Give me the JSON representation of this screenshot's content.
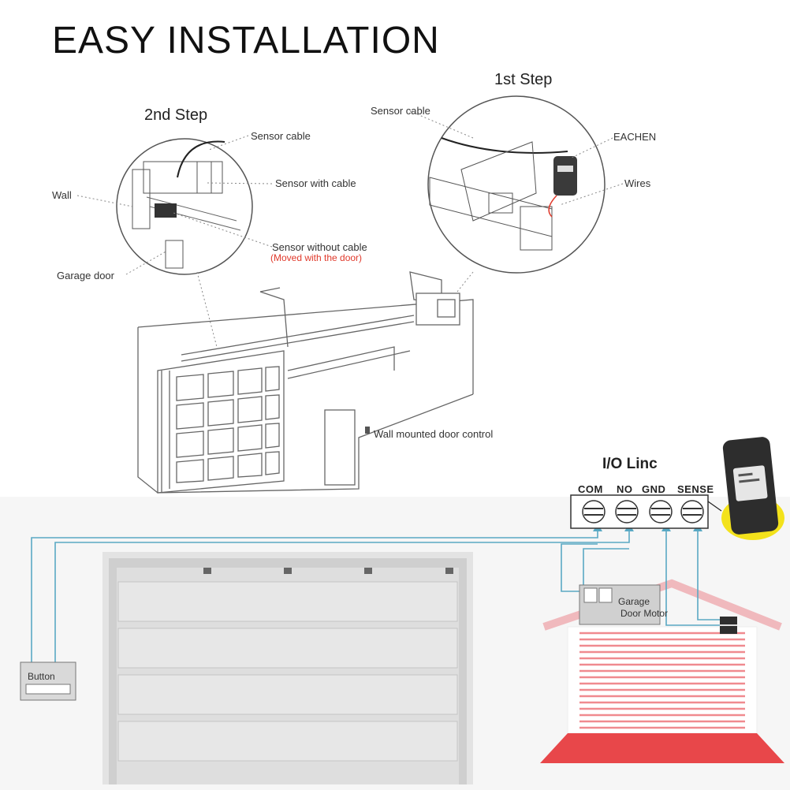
{
  "title": "EASY INSTALLATION",
  "steps": {
    "step1": {
      "heading": "1st Step",
      "labels": {
        "sensor_cable": "Sensor cable",
        "brand": "EACHEN",
        "wires": "Wires"
      }
    },
    "step2": {
      "heading": "2nd Step",
      "labels": {
        "sensor_cable": "Sensor cable",
        "sensor_with_cable": "Sensor with cable",
        "wall": "Wall",
        "sensor_without_cable": "Sensor without cable",
        "moved_note": "(Moved with the door)",
        "garage_door": "Garage door"
      }
    }
  },
  "garage_labels": {
    "wall_control": "Wall mounted door control"
  },
  "io_module": {
    "title": "I/O Linc",
    "terminals": [
      "COM",
      "NO",
      "GND",
      "SENSE"
    ]
  },
  "wiring": {
    "button_label": "Button",
    "motor_label_line1": "Garage",
    "motor_label_line2": "Door Motor"
  },
  "colors": {
    "wire": "#5aa9c4",
    "accent_red": "#e0392b",
    "badge_yellow": "#f3e21b",
    "door_red": "#e8474a"
  }
}
